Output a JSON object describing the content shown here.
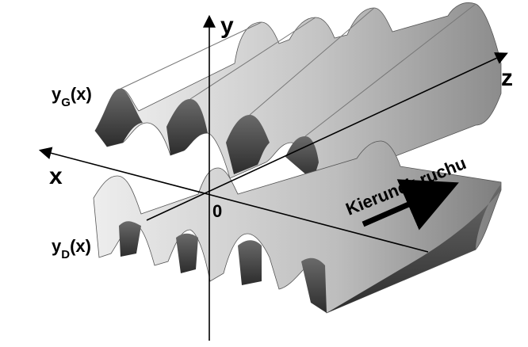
{
  "axes": {
    "x_label": "x",
    "y_label": "y",
    "z_label": "z",
    "origin_label": "0"
  },
  "curves": {
    "upper": {
      "name": "y",
      "subscript": "G",
      "argument": "(x)"
    },
    "lower": {
      "name": "y",
      "subscript": "D",
      "argument": "(x)"
    }
  },
  "direction_label": "Kierunek ruchu",
  "colors": {
    "surface_light": "#d8d8d8",
    "surface_dark": "#3a3a3a",
    "axis": "#000000"
  }
}
